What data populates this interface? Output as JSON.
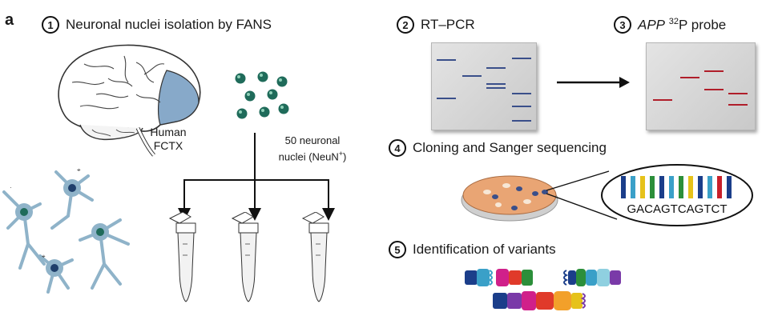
{
  "panel": {
    "letter": "a"
  },
  "steps": [
    {
      "num": "1",
      "label": "Neuronal nuclei isolation by FANS"
    },
    {
      "num": "2",
      "label": "RT–PCR"
    },
    {
      "num": "3",
      "label_italic": "APP",
      "label_sup": "32",
      "label_rest": "P probe"
    },
    {
      "num": "4",
      "label": "Cloning and Sanger sequencing"
    },
    {
      "num": "5",
      "label": "Identification of variants"
    }
  ],
  "brain": {
    "label_line1": "Human",
    "label_line2": "FCTX"
  },
  "nuclei": {
    "label_line1": "50 neuronal",
    "label_line2": "nuclei (NeuN",
    "label_sup": "+",
    "label_end": ")"
  },
  "sequence": {
    "text": "GACAGTCAGTCT"
  },
  "colors": {
    "nucleus": "#1f6b5a",
    "neuron": "#8fb3c9",
    "band_gel": "#3a4f8a",
    "band_probe": "#b01e2a",
    "dish": "#e9a574",
    "seq_bars": [
      "#1b3e8a",
      "#3aa0c8",
      "#e6c21a",
      "#2c8f3a",
      "#1b3e8a",
      "#3aa0c8",
      "#2c8f3a",
      "#e6c21a",
      "#1b3e8a",
      "#3aa0c8",
      "#c8202a",
      "#1b3e8a"
    ]
  }
}
